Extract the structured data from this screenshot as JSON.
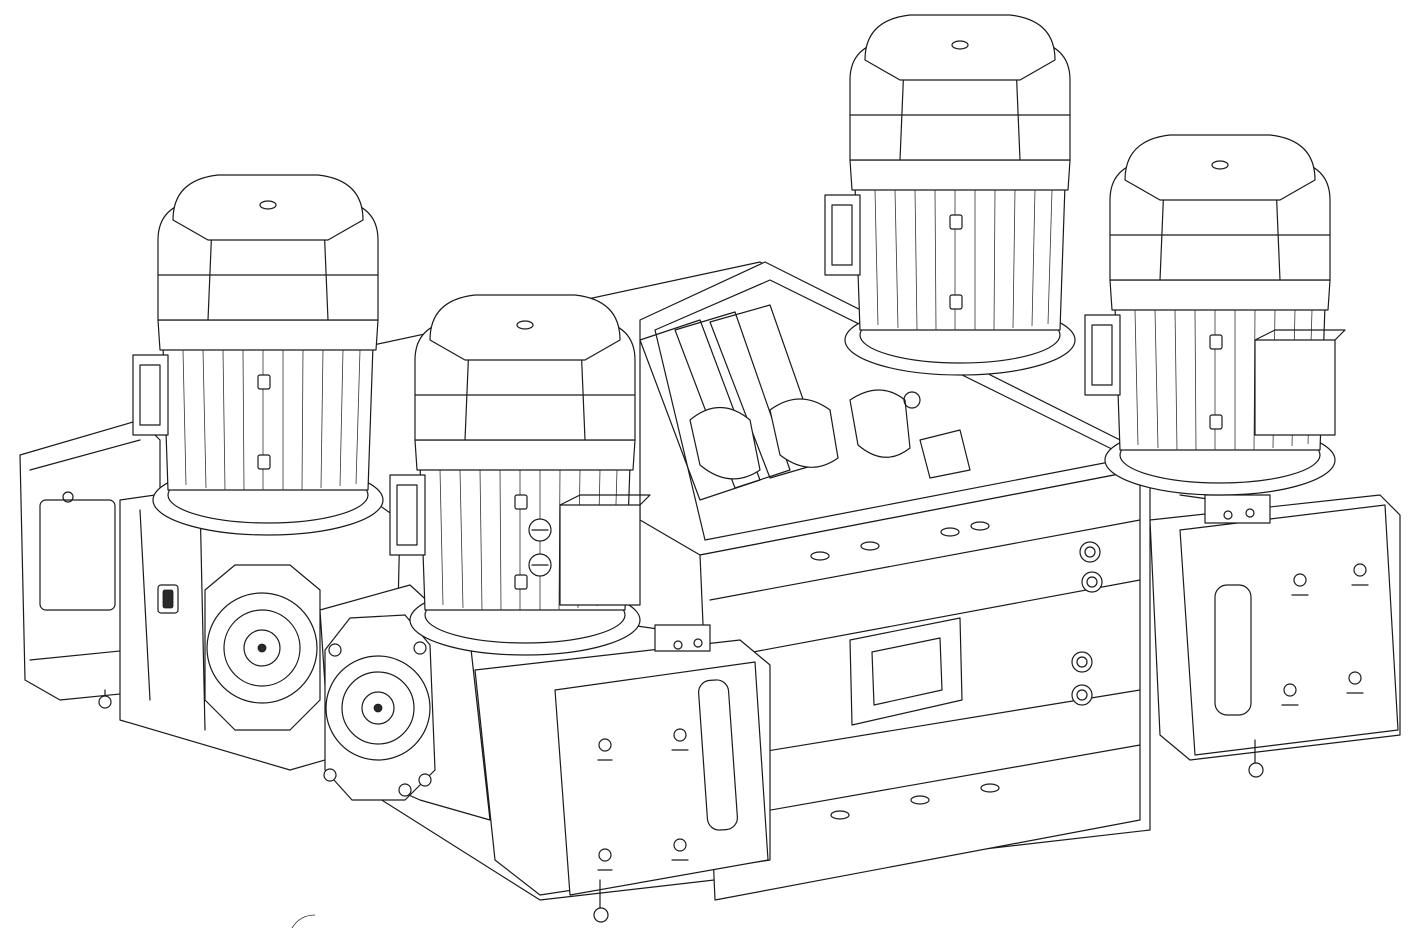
{
  "drawing": {
    "style": "isometric technical line drawing",
    "background_color": "#ffffff",
    "line_color": "#1a1a1a",
    "components": {
      "motors": 4,
      "gearboxes": 2,
      "mounting_plates": 2,
      "cutting_chamber": 1
    }
  }
}
